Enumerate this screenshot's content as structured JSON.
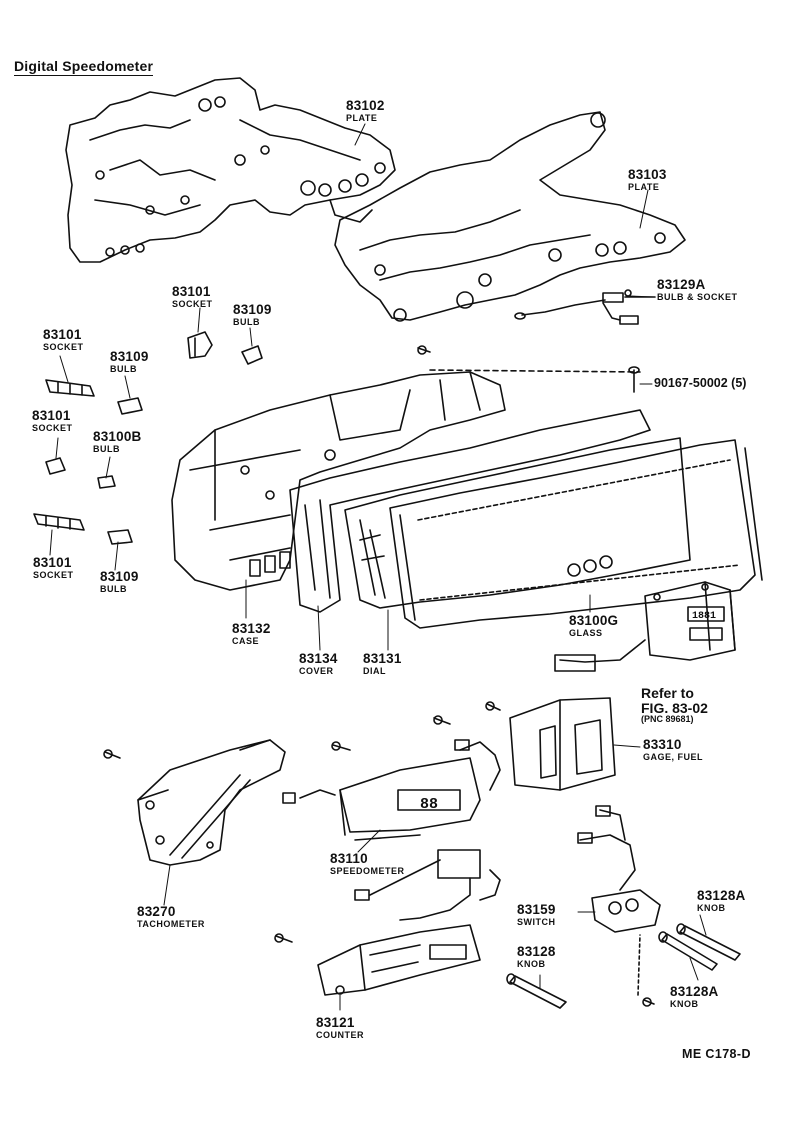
{
  "title": "Digital Speedometer",
  "parts": [
    {
      "key": "p83102",
      "number": "83102",
      "name": "PLATE"
    },
    {
      "key": "p83103",
      "number": "83103",
      "name": "PLATE"
    },
    {
      "key": "p83129a",
      "number": "83129A",
      "name": "BULB & SOCKET"
    },
    {
      "key": "p83101a",
      "number": "83101",
      "name": "SOCKET"
    },
    {
      "key": "p83109a",
      "number": "83109",
      "name": "BULB"
    },
    {
      "key": "p83101b",
      "number": "83101",
      "name": "SOCKET"
    },
    {
      "key": "p83109b",
      "number": "83109",
      "name": "BULB"
    },
    {
      "key": "p83101c",
      "number": "83101",
      "name": "SOCKET"
    },
    {
      "key": "p83100b",
      "number": "83100B",
      "name": "BULB"
    },
    {
      "key": "p83101d",
      "number": "83101",
      "name": "SOCKET"
    },
    {
      "key": "p83109c",
      "number": "83109",
      "name": "BULB"
    },
    {
      "key": "p83132",
      "number": "83132",
      "name": "CASE"
    },
    {
      "key": "p83134",
      "number": "83134",
      "name": "COVER"
    },
    {
      "key": "p83131",
      "number": "83131",
      "name": "DIAL"
    },
    {
      "key": "p83100g",
      "number": "83100G",
      "name": "GLASS"
    },
    {
      "key": "p83310",
      "number": "83310",
      "name": "GAGE, FUEL"
    },
    {
      "key": "p83110",
      "number": "83110",
      "name": "SPEEDOMETER"
    },
    {
      "key": "p83270",
      "number": "83270",
      "name": "TACHOMETER"
    },
    {
      "key": "p83159",
      "number": "83159",
      "name": "SWITCH"
    },
    {
      "key": "p83128a1",
      "number": "83128A",
      "name": "KNOB"
    },
    {
      "key": "p83128",
      "number": "83128",
      "name": "KNOB"
    },
    {
      "key": "p83128a2",
      "number": "83128A",
      "name": "KNOB"
    },
    {
      "key": "p83121",
      "number": "83121",
      "name": "COUNTER"
    }
  ],
  "screw_label": "90167-50002 (5)",
  "refer": {
    "line1": "Refer to",
    "line2": "FIG. 83-02",
    "line3": "(PNC 89681)"
  },
  "figure_code": "ME  C178-D",
  "speedo_display": "88",
  "gauge_display": "1881"
}
